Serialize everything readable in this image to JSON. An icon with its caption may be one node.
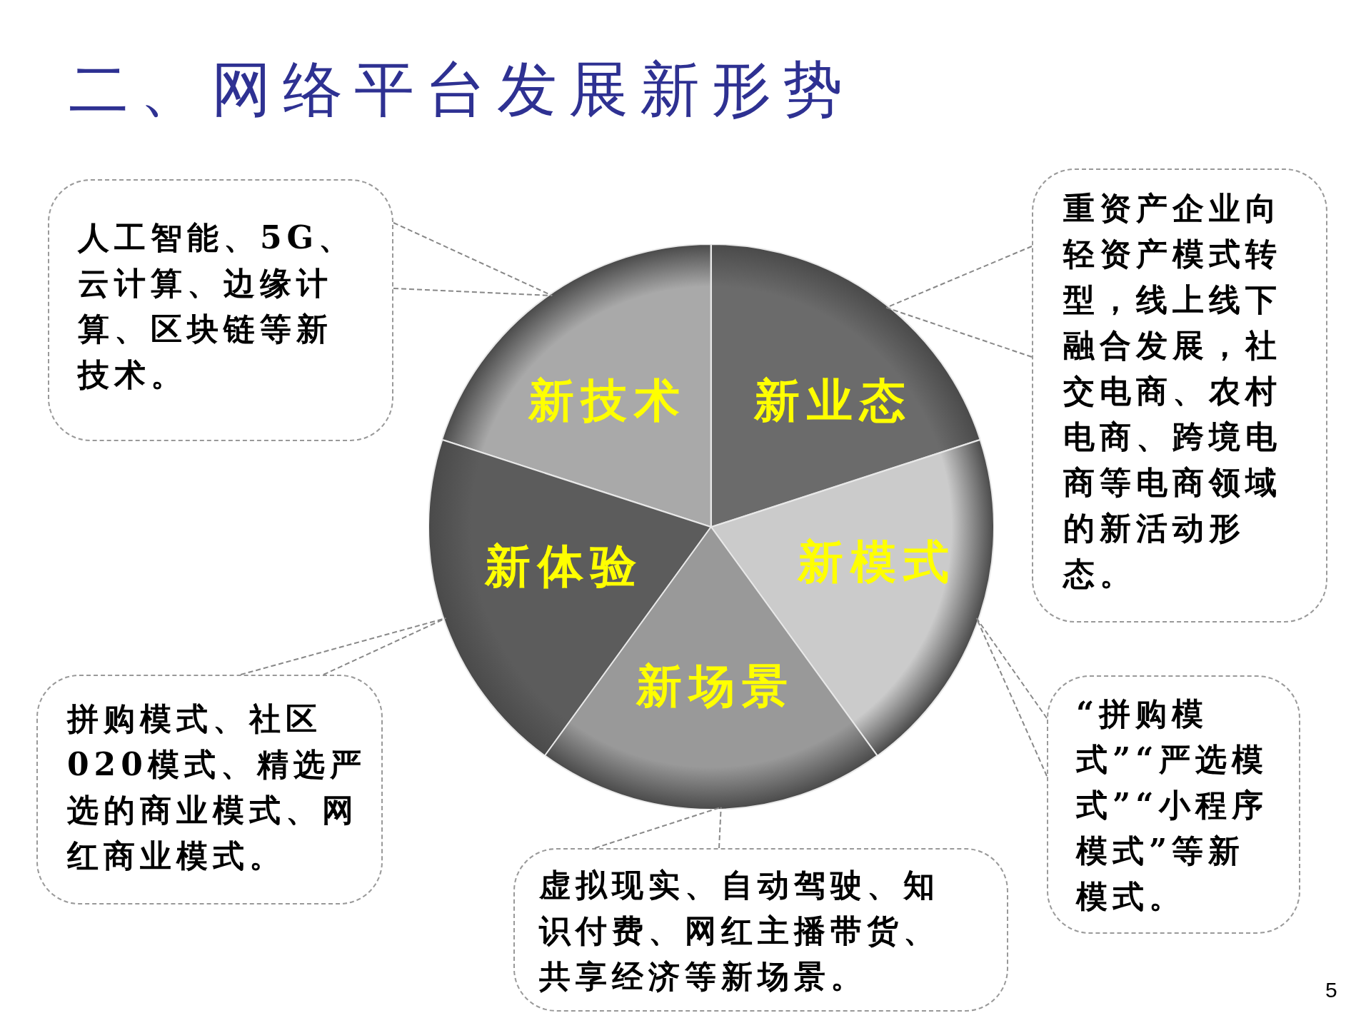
{
  "diagram": {
    "title": "二、网络平台发展新形势",
    "nodes": [
      {
        "text": [
          "人工智能、5G、云计算、边缘计算、区块链等新技术。"
        ]
      },
      {
        "text": [
          "新技术"
        ]
      },
      {
        "text": [
          "新业态"
        ]
      },
      {
        "text": [
          "重资产企业向轻资产模式转型，线上线下融合发展，社交电商、农村电商、跨境电商等电商领域的新活动形态。"
        ]
      },
      {
        "text": [
          "新体验"
        ]
      },
      {
        "text": [
          "新模式"
        ]
      },
      {
        "text": [
          "拼购模式、社区020模式、精选严选的商业模式、网红商业模式。"
        ]
      },
      {
        "text": [
          "新场景"
        ]
      },
      {
        "text": [
          "虚拟现实、自动驾驶、知识付费、网红主播带货、共享经济等新场景。"
        ]
      },
      {
        "text": [
          "“拼购模式”“严选模式”“小程序模式”等新模式。"
        ]
      }
    ],
    "edges": [
      {
        "from": 0,
        "to": 1,
        "arrow": "none",
        "style": "dashed"
      },
      {
        "from": 3,
        "to": 2,
        "arrow": "none",
        "style": "dashed"
      },
      {
        "from": 6,
        "to": 4,
        "arrow": "none",
        "style": "dashed"
      },
      {
        "from": 8,
        "to": 7,
        "arrow": "none",
        "style": "dashed"
      },
      {
        "from": 9,
        "to": 5,
        "arrow": "none",
        "style": "dashed"
      }
    ],
    "labels": [
      "5"
    ]
  }
}
